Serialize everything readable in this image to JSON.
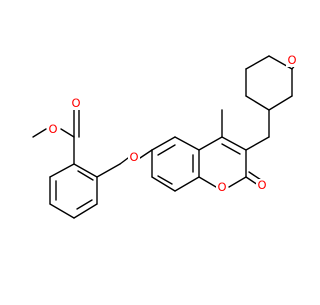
{
  "structure": {
    "atom_labels": {
      "ester_carbonyl_oxygen": "O",
      "ester_ether_oxygen": "O",
      "benzyl_ether_oxygen": "O",
      "methoxy_oxygen": "O",
      "lactone_ring_oxygen": "O",
      "lactone_carbonyl_oxygen": "O"
    },
    "atom_color": "#ff0000",
    "bond_color": "#000000",
    "background": "#ffffff"
  }
}
